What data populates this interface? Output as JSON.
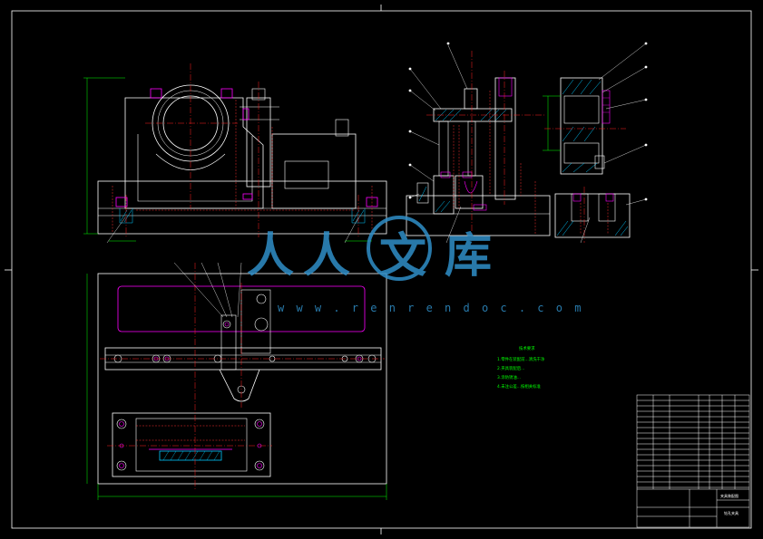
{
  "watermark": {
    "chars": [
      "人",
      "人",
      "文",
      "库"
    ],
    "url": "w w w . r e n r e n d o c . c o m",
    "color": "#2f8fc8"
  },
  "colors": {
    "background": "#000000",
    "border": "#ffffff",
    "outline": "#ffffff",
    "hidden_line": "#ff3030",
    "center_line": "#ff2020",
    "dimension": "#00ff00",
    "highlight": "#ff00ff",
    "hatch": "#00c8ff",
    "note_text": "#00ff00"
  },
  "technical_notes": {
    "title": "技术要求",
    "items": [
      "1.零件在装配前...清洗干净",
      "2.夹具装配后...",
      "3.涂防锈油...",
      "4.未注公差...按相关标准"
    ]
  },
  "title_block": {
    "name_cell": "夹具装配图",
    "sub_cell": "钻孔夹具"
  }
}
